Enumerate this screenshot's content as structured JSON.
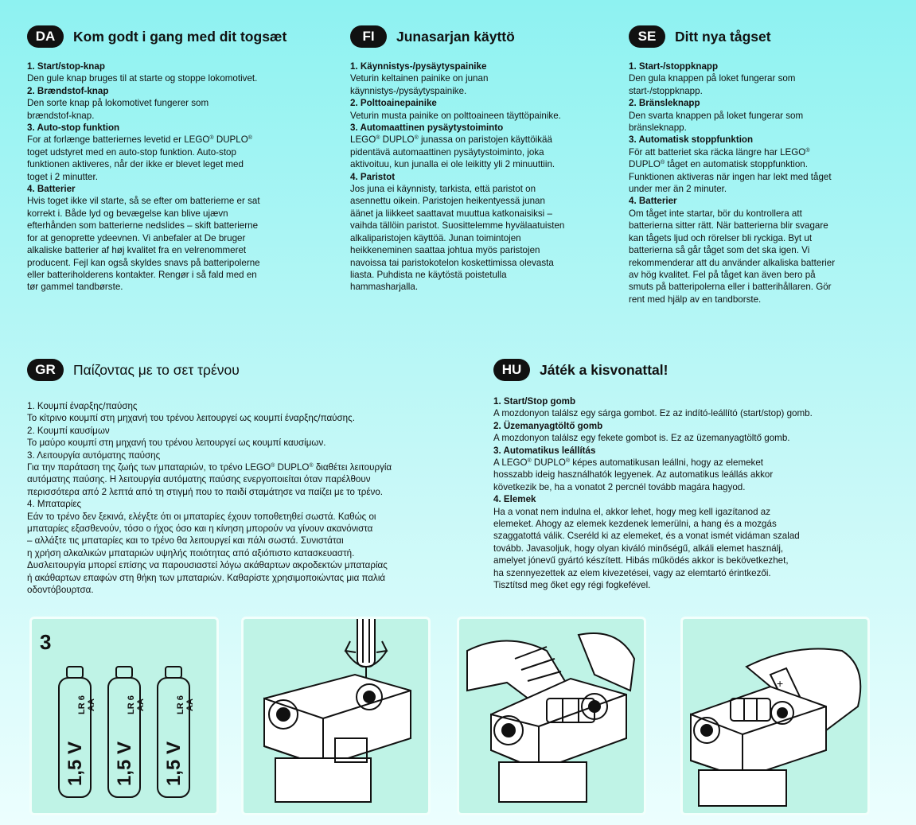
{
  "sections": {
    "da": {
      "code": "DA",
      "title": "Kom godt i gang med dit togsæt",
      "items": [
        {
          "heading": "1. Start/stop-knap",
          "text": "Den gule knap bruges til at starte og stoppe lokomotivet."
        },
        {
          "heading": "2. Brændstof-knap",
          "text": "Den sorte knap på lokomotivet fungerer som\nbrændstof-knap."
        },
        {
          "heading": "3. Auto-stop funktion",
          "text": "For at forlænge batteriernes levetid er LEGO® DUPLO®\ntoget udstyret med en auto-stop funktion. Auto-stop\nfunktionen aktiveres, når der ikke er blevet leget med\ntoget i 2 minutter."
        },
        {
          "heading": "4. Batterier",
          "text": "Hvis toget ikke vil starte, så se efter om batterierne er sat\nkorrekt i. Både lyd og bevægelse kan blive ujævn\nefterhånden som batterierne nedslides – skift batterierne\nfor at genoprette ydeevnen. Vi anbefaler at De bruger\nalkaliske batterier af høj kvalitet fra en velrenommeret\nproducent. Fejl kan også skyldes snavs på batteripolerne\neller batteriholderens kontakter. Rengør i så fald med en\ntør gammel tandbørste."
        }
      ]
    },
    "fi": {
      "code": "FI",
      "title": "Junasarjan käyttö",
      "items": [
        {
          "heading": "1. Käynnistys-/pysäytyspainike",
          "text": "Veturin keltainen painike on junan\nkäynnistys-/pysäytyspainike."
        },
        {
          "heading": "2. Polttoainepainike",
          "text": "Veturin musta painike on polttoaineen täyttöpainike."
        },
        {
          "heading": "3. Automaattinen pysäytystoiminto",
          "text": "LEGO® DUPLO® junassa on paristojen käyttöikää\npidentävä automaattinen pysäytystoiminto, joka\naktivoituu, kun junalla ei ole leikitty yli 2 minuuttiin."
        },
        {
          "heading": "4. Paristot",
          "text": "Jos juna ei käynnisty, tarkista, että paristot on\nasennettu oikein. Paristojen heikentyessä junan\näänet ja liikkeet saattavat muuttua katkonaisiksi –\nvaihda tällöin paristot. Suosittelemme hyvälaatuisten\nalkaliparistojen käyttöä. Junan toimintojen\nheikkeneminen saattaa johtua myös paristojen\nnavoissa tai paristokotelon koskettimissa olevasta\nliasta. Puhdista ne käytöstä poistetulla\nhammasharjalla."
        }
      ]
    },
    "se": {
      "code": "SE",
      "title": "Ditt nya tågset",
      "items": [
        {
          "heading": "1. Start-/stoppknapp",
          "text": "Den gula knappen på loket fungerar som\nstart-/stoppknapp."
        },
        {
          "heading": "2. Bränsleknapp",
          "text": "Den svarta knappen på loket fungerar som\nbränsleknapp."
        },
        {
          "heading": "3. Automatisk stoppfunktion",
          "text": "För att batteriet ska räcka längre har LEGO®\nDUPLO® tåget en automatisk stoppfunktion.\nFunktionen aktiveras när ingen har lekt med tåget\nunder mer än 2 minuter."
        },
        {
          "heading": "4. Batterier",
          "text": "Om tåget inte startar, bör du kontrollera att\nbatterierna sitter rätt. När batterierna blir svagare\nkan tågets ljud och rörelser bli ryckiga. Byt ut\nbatterierna så går tåget som det ska igen. Vi\nrekommenderar att du använder alkaliska batterier\nav hög kvalitet. Fel på tåget kan även bero på\nsmuts på batteripolerna eller i batterihållaren. Gör\nrent med hjälp av en tandborste."
        }
      ]
    },
    "gr": {
      "code": "GR",
      "title": "Παίζοντας με το σετ τρένου",
      "items": [
        {
          "heading": "1. Κουμπί έναρξης/παύσης",
          "text": "Το κίτρινο κουμπί στη μηχανή του τρένου λειτουργεί ως κουμπί έναρξης/παύσης."
        },
        {
          "heading": "2. Κουμπί καυσίμων",
          "text": "Το μαύρο κουμπί στη μηχανή του τρένου λειτουργεί ως κουμπί καυσίμων."
        },
        {
          "heading": "3. Λειτουργία αυτόματης παύσης",
          "text": "Για την παράταση της ζωής των μπαταριών, το τρένο LEGO® DUPLO® διαθέτει λειτουργία\nαυτόματης παύσης. Η λειτουργία αυτόματης παύσης ενεργοποιείται όταν παρέλθουν\nπερισσότερα από 2 λεπτά από τη στιγμή που το παιδί σταμάτησε να παίζει με το τρένο."
        },
        {
          "heading": "4. Μπαταρίες",
          "text": "Εάν το τρένο δεν ξεκινά, ελέγξτε ότι οι μπαταρίες έχουν τοποθετηθεί σωστά. Καθώς οι\nμπαταρίες εξασθενούν, τόσο ο ήχος όσο και η κίνηση μπορούν να γίνουν ακανόνιστα\n– αλλάξτε τις μπαταρίες και το τρένο θα λειτουργεί και πάλι σωστά. Συνιστάται\nη χρήση αλκαλικών μπαταριών υψηλής ποιότητας από αξιόπιστο κατασκευαστή.\nΔυσλειτουργία μπορεί επίσης να παρουσιαστεί λόγω ακάθαρτων ακροδεκτών μπαταρίας\nή ακάθαρτων επαφών στη θήκη των μπαταριών.  Καθαρίστε χρησιμοποιώντας μια παλιά\nοδοντόβουρτσα."
        }
      ]
    },
    "hu": {
      "code": "HU",
      "title": "Játék a kisvonattal!",
      "items": [
        {
          "heading": "1. Start/Stop gomb",
          "text": "A mozdonyon találsz egy sárga gombot. Ez az indító-leállító (start/stop) gomb."
        },
        {
          "heading": "2. Üzemanyagtöltő gomb",
          "text": "A mozdonyon találsz egy fekete gombot is. Ez az üzemanyagtöltő gomb."
        },
        {
          "heading": "3. Automatikus leállítás",
          "text": "A LEGO® DUPLO® képes automatikusan leállni, hogy az elemeket\nhosszabb ideig használhatók legyenek. Az automatikus leállás akkor\nkövetkezik be, ha a vonatot 2 percnél tovább magára hagyod."
        },
        {
          "heading": "4. Elemek",
          "text": "Ha a vonat nem indulna el, akkor lehet, hogy meg kell igazítanod az\nelemeket. Ahogy az elemek kezdenek lemerülni, a hang és a mozgás\nszaggatottá válik. Cseréld ki az elemeket, és a vonat ismét vidáman szalad\ntovább. Javasoljuk, hogy olyan kiváló minőségű, alkáli elemet használj,\namelyet jónevű gyártó készített. Hibás működés akkor is bekövetkezhet,\nha  szennyezettek az elem kivezetései, vagy az elemtartó érintkezői.\nTisztítsd meg őket egy régi fogkefével."
        }
      ]
    }
  },
  "illustrations": {
    "battery_count": "3",
    "battery_label_voltage": "1,5 V",
    "battery_label_type_1": "LR 6",
    "battery_label_type_2": "AA"
  }
}
